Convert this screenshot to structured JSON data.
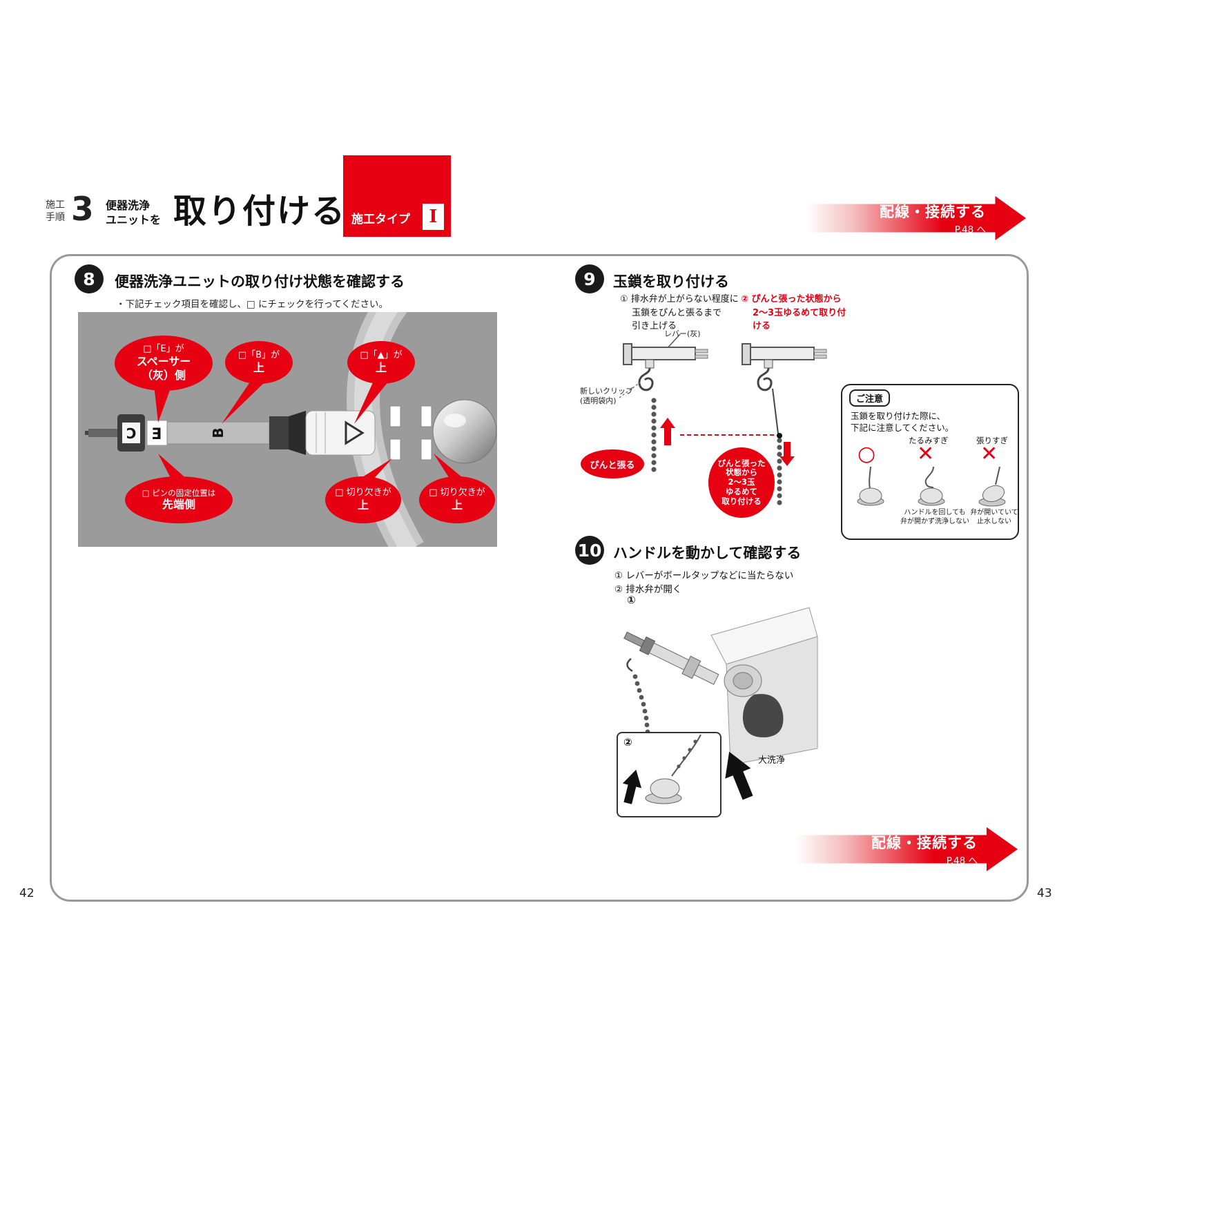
{
  "page": {
    "left_num": "42",
    "right_num": "43"
  },
  "header": {
    "proc_line1": "施工",
    "proc_line2": "手順",
    "proc_num": "3",
    "sub_line1": "便器洗浄",
    "sub_line2": "ユニットを",
    "title": "取り付ける",
    "type_label": "施工タイプ",
    "type_value": "I"
  },
  "nav": {
    "label": "配線・接続する",
    "ref": "P.48 へ"
  },
  "step8": {
    "num": "8",
    "title": "便器洗浄ユニットの取り付け状態を確認する",
    "note": "・下記チェック項目を確認し、□ にチェックを行ってください。",
    "callouts": {
      "e": {
        "l1": "□「E」が",
        "l2": "スペーサー",
        "l3": "（灰）側"
      },
      "b": {
        "l1": "□「B」が",
        "l2": "上"
      },
      "tri": {
        "l1": "□「▲」が",
        "l2": "上"
      },
      "pin": {
        "l1": "□ ピンの固定位置は",
        "l2": "先端側"
      },
      "notch1": {
        "l1": "□ 切り欠きが",
        "l2": "上"
      },
      "notch2": {
        "l1": "□ 切り欠きが",
        "l2": "上"
      }
    },
    "parts": {
      "c": "C",
      "e": "E",
      "b": "B"
    }
  },
  "step9": {
    "num": "9",
    "title": "玉鎖を取り付ける",
    "instr1": [
      "① 排水弁が上がらない程度に",
      "玉鎖をぴんと張るまで",
      "引き上げる"
    ],
    "instr2": [
      "② ぴんと張った状態から",
      "2〜3玉ゆるめて取り付",
      "ける"
    ],
    "lever_label": "レバー(灰)",
    "clip_label1": "新しいクリップ",
    "clip_label2": "(透明袋内)",
    "bubble_tight": "ぴんと張る",
    "bubble_loose": [
      "ぴんと張った",
      "状態から",
      "2〜3玉",
      "ゆるめて",
      "取り付ける"
    ]
  },
  "caution": {
    "title": "ご注意",
    "line1": "玉鎖を取り付けた際に、",
    "line2": "下記に注意してください。",
    "label_slack": "たるみすぎ",
    "label_tight": "張りすぎ",
    "mark_ok": "○",
    "mark_ng1": "✕",
    "mark_ng2": "✕",
    "cap1": [
      "ハンドルを回しても",
      "弁が開かず洗浄しない"
    ],
    "cap2": [
      "弁が開いていて",
      "止水しない"
    ]
  },
  "step10": {
    "num": "10",
    "title": "ハンドルを動かして確認する",
    "instr1": "① レバーがボールタップなどに当たらない",
    "instr2": "② 排水弁が開く",
    "label1": "①",
    "label2": "②",
    "flush": "大洗浄"
  },
  "colors": {
    "accent": "#e60012",
    "illustration_bg": "#9b9b9b"
  }
}
